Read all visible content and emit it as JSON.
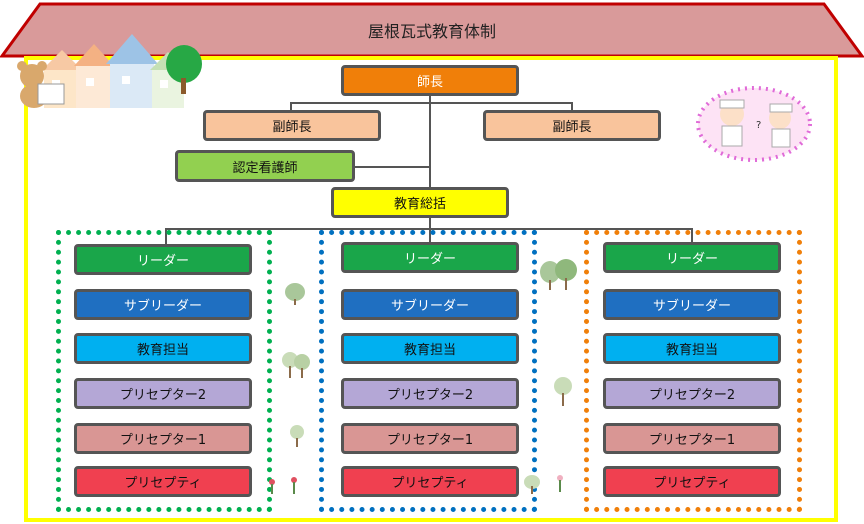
{
  "title": "屋根瓦式教育体制",
  "colors": {
    "roof": "#d99a9a",
    "roof_border": "#c00000",
    "frame": "#ffff00",
    "head": "#f07f09",
    "vice": "#f9c49c",
    "cert": "#92d050",
    "edu": "#ffff00",
    "leader": "#1aa64a",
    "subleader": "#1f6fc1",
    "educator": "#00b0f0",
    "preceptor2": "#b4a7d6",
    "preceptor1": "#d99694",
    "preceptee": "#f04050",
    "team_left": "#00b050",
    "team_center": "#0070c0",
    "team_right": "#f07f09"
  },
  "top": {
    "head": "師長",
    "vice_left": "副師長",
    "vice_right": "副師長",
    "certified_nurse": "認定看護師",
    "education_lead": "教育総括"
  },
  "teams": [
    {
      "leader": "リーダー",
      "subleader": "サブリーダー",
      "educator": "教育担当",
      "preceptor2": "プリセプター2",
      "preceptor1": "プリセプター1",
      "preceptee": "プリセプティ"
    },
    {
      "leader": "リーダー",
      "subleader": "サブリーダー",
      "educator": "教育担当",
      "preceptor2": "プリセプター2",
      "preceptor1": "プリセプター1",
      "preceptee": "プリセプティ"
    },
    {
      "leader": "リーダー",
      "subleader": "サブリーダー",
      "educator": "教育担当",
      "preceptor2": "プリセプター2",
      "preceptor1": "プリセプター1",
      "preceptee": "プリセプティ"
    }
  ],
  "icons": [
    "bear-with-bag-icon",
    "houses-icon",
    "tree-icon",
    "nurses-illustration-icon",
    "small-tree-icon",
    "flower-icon"
  ]
}
